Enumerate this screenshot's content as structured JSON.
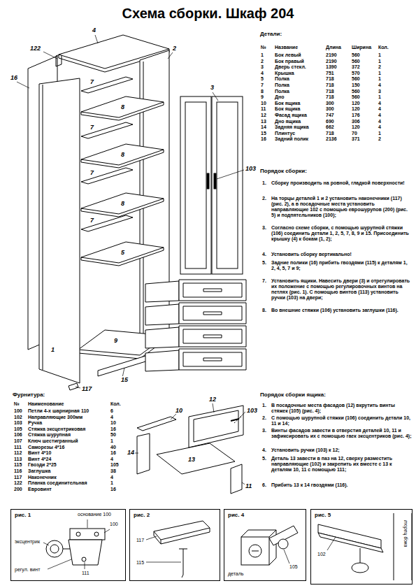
{
  "diagram": {
    "title": "Схема сборки. Шкаф 204",
    "nodes": [
      {
        "text": [
          "рис. 1",
          "основание 100",
          "100",
          "эксцентрик",
          "регул. винт",
          "111"
        ]
      },
      {
        "text": [
          "рис. 2",
          "117",
          "115"
        ]
      },
      {
        "text": [
          "рис. 4",
          "деталь",
          "105"
        ]
      },
      {
        "text": [
          "рис. 5",
          "102",
          "торец бока"
        ]
      }
    ],
    "labels": [
      "Детали:",
      "№",
      "Название",
      "Длина",
      "Ширина",
      "Кол.",
      "1",
      "Бок левый",
      "2190",
      "560",
      "1",
      "2",
      "Бок правый",
      "2190",
      "560",
      "1",
      "3",
      "Дверь стекл.",
      "1390",
      "372",
      "2",
      "4",
      "Крышка",
      "751",
      "570",
      "1",
      "5",
      "Полка",
      "718",
      "560",
      "1",
      "7",
      "Полка",
      "718",
      "150",
      "4",
      "8",
      "Полка",
      "718",
      "560",
      "3",
      "9",
      "Дно",
      "718",
      "560",
      "1",
      "10",
      "Бок ящика",
      "300",
      "120",
      "4",
      "11",
      "Бок ящика",
      "300",
      "120",
      "4",
      "12",
      "Фасад ящика",
      "747",
      "176",
      "4",
      "13",
      "Дно ящика",
      "690",
      "306",
      "4",
      "14",
      "Задняя ящика",
      "662",
      "120",
      "4",
      "15",
      "Плинтус",
      "718",
      "70",
      "1",
      "16",
      "Задний полик",
      "2136",
      "371",
      "2",
      "Порядок сборки:",
      "1.",
      "Сборку производить на ровной, гладкой поверхности!",
      "2.",
      "На торцы деталей 1 и 2 установить наконечники (117) (рис. 2), а в посадочные места установить направляющие 102 с помощью еврошурупов (200) (рис. 5) и подпятельников (100);",
      "3.",
      "Согласно схеме сборки, с помощью шурупной стяжки (106) соединить детали 1, 2, 5, 7, 8, 9 и 15. Присоединить крышку (4) к бокам (1, 2);",
      "4.",
      "Установить сборку вертикально!",
      "5.",
      "Задние полики (16) прибить гвоздями (115) к деталям 1, 2, 4, 5, 7 и 9;",
      "7.",
      "Установить ящики. Навесить двери (3) и отрегулировать их положение с помощью регулировочных винтов на петлях (рис. 1). С помощью винтов (113) установить ручки (103) на двери;",
      "8.",
      "Во внешние стяжки (106) установить заглушки (116).",
      "Фурнитура:",
      "№",
      "Наименование",
      "Кол.",
      "100",
      "Петли 4-х шарнирная 110",
      "6",
      "102",
      "Направляющие 300мм",
      "4",
      "103",
      "Ручка",
      "10",
      "105",
      "Стяжка эксцентриковая",
      "16",
      "106",
      "Стяжка шурупная",
      "50",
      "107",
      "Ключ шестигранный",
      "1",
      "111",
      "Саморезы 4*16",
      "40",
      "112",
      "Винт 4*10",
      "16",
      "113",
      "Винт 4*24",
      "4",
      "115",
      "Гвозди 2*25",
      "105",
      "116",
      "Заглушка",
      "38",
      "117",
      "Наконечник",
      "4",
      "122",
      "Планка соединительная",
      "1",
      "200",
      "Евровинт",
      "16",
      "Порядок сборки ящика:",
      "1.",
      "В посадочные места фасадов (12) вкрутить винты стяжек (105) (рис. 4);",
      "2.",
      "С помощью шурупной стяжки (106) соединить детали 10, 11 и 14;",
      "3.",
      "Винты фасадов завести в отверстия деталей 10, 11 и зафиксировать их с помощью гаек эксцентриков (рис. 4);",
      "4.",
      "Установить ручки (103) к 12;",
      "5.",
      "Деталь 13 завести в паз на 12, сверху разместить направляющие (102) и закрепить их вместе с 13 к деталям 10, 11 с помощью 111;",
      "6.",
      "Прибить 13 к 14 гвоздями (116).",
      "4",
      "122",
      "2",
      "16",
      "7",
      "3",
      "8",
      "7",
      "8",
      "7",
      "103",
      "8",
      "7",
      "5",
      "9",
      "1",
      "15",
      "117",
      "10",
      "12",
      "103",
      "14",
      "13",
      "11"
    ]
  }
}
